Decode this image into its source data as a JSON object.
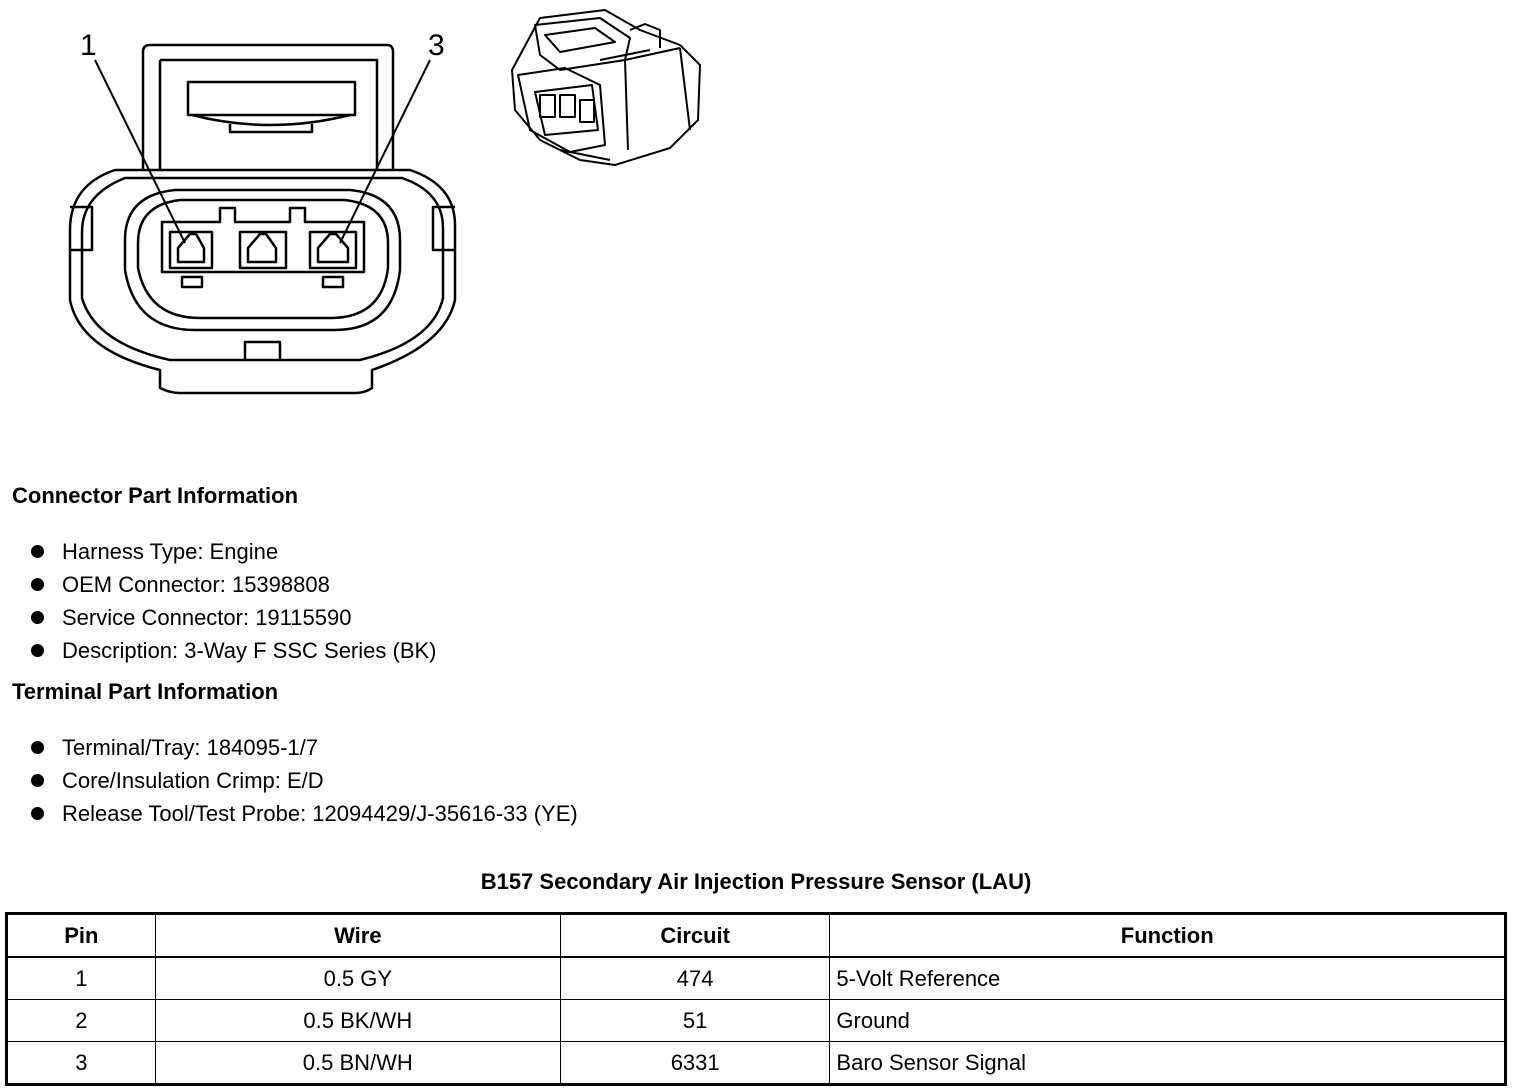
{
  "diagram": {
    "pin_label_left": "1",
    "pin_label_right": "3"
  },
  "connector_info": {
    "heading": "Connector Part Information",
    "items": [
      "Harness Type: Engine",
      "OEM Connector: 15398808",
      "Service Connector: 19115590",
      "Description: 3-Way F SSC Series (BK)"
    ]
  },
  "terminal_info": {
    "heading": "Terminal Part Information",
    "items": [
      "Terminal/Tray: 184095-1/7",
      "Core/Insulation Crimp: E/D",
      "Release Tool/Test Probe: 12094429/J-35616-33 (YE)"
    ]
  },
  "table": {
    "title": "B157 Secondary Air Injection Pressure Sensor (LAU)",
    "headers": [
      "Pin",
      "Wire",
      "Circuit",
      "Function"
    ],
    "rows": [
      [
        "1",
        "0.5 GY",
        "474",
        "5-Volt Reference"
      ],
      [
        "2",
        "0.5 BK/WH",
        "51",
        "Ground"
      ],
      [
        "3",
        "0.5 BN/WH",
        "6331",
        "Baro Sensor Signal"
      ]
    ]
  }
}
